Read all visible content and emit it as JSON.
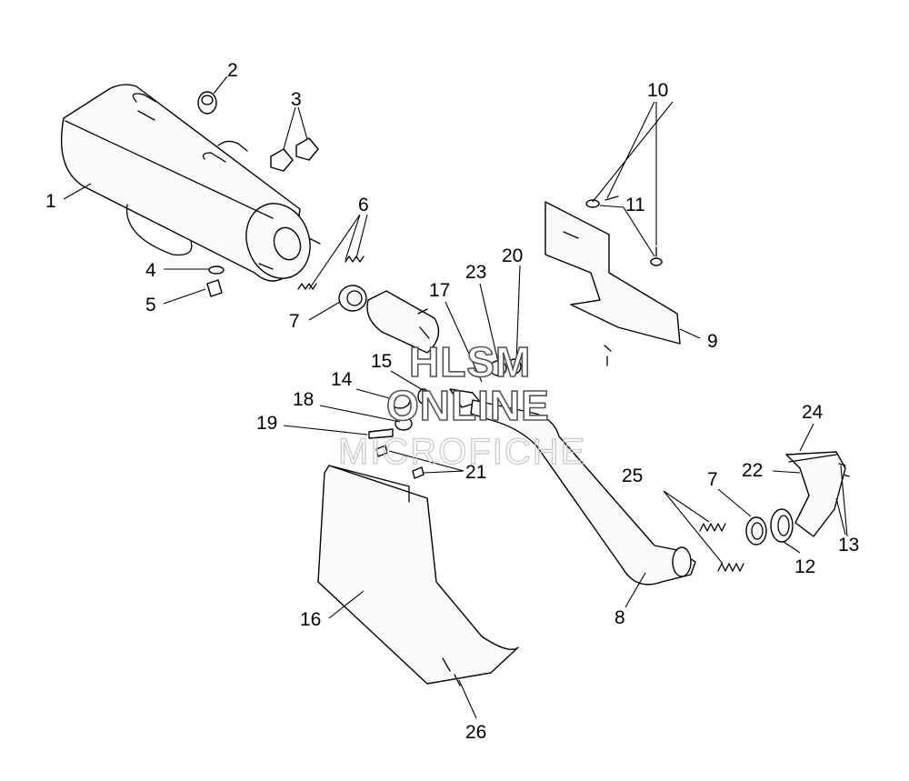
{
  "callouts": [
    "1",
    "2",
    "3",
    "4",
    "5",
    "6",
    "7",
    "7",
    "8",
    "9",
    "10",
    "11",
    "12",
    "13",
    "14",
    "15",
    "16",
    "17",
    "18",
    "19",
    "20",
    "21",
    "22",
    "23",
    "24",
    "25",
    "26"
  ],
  "watermark": {
    "line1": "HLSM",
    "line2": "ONLINE",
    "line3": "MICROFICHE"
  }
}
